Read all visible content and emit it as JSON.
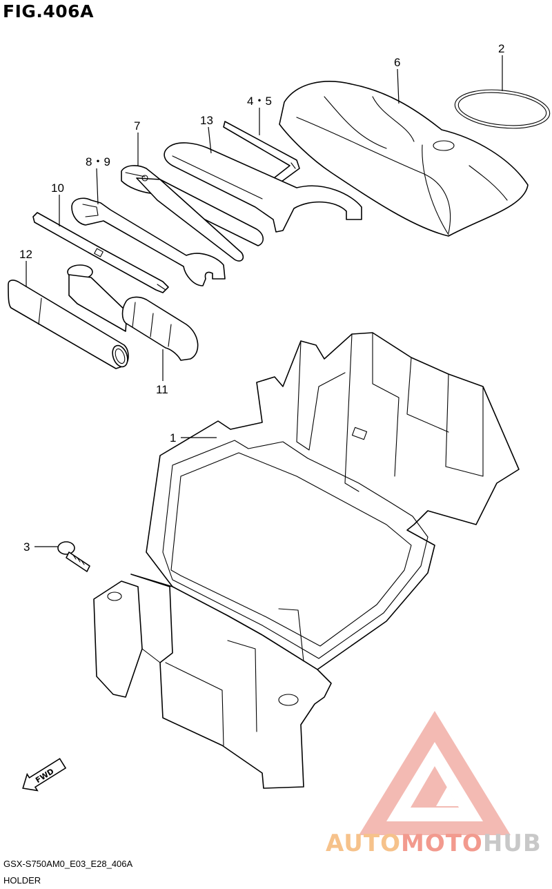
{
  "figure": {
    "title": "FIG.406A",
    "code": "GSX-S750AM0_E03_E28_406A",
    "name": "HOLDER"
  },
  "callouts": {
    "c1": "1",
    "c2": "2",
    "c3": "3",
    "c45": "4・5",
    "c6": "6",
    "c7": "7",
    "c89": "8・9",
    "c10": "10",
    "c11": "11",
    "c12": "12",
    "c13": "13"
  },
  "direction_arrow": {
    "label": "FWD",
    "icon": "fwd-arrow-icon"
  },
  "watermark": {
    "part1": "AUTO",
    "part2": "MOTO",
    "part3": "HUB",
    "colors": {
      "auto": "#f6c28b",
      "moto": "#f29a8e",
      "hub": "#c8c8c8",
      "logo": "#f0a39a"
    }
  }
}
